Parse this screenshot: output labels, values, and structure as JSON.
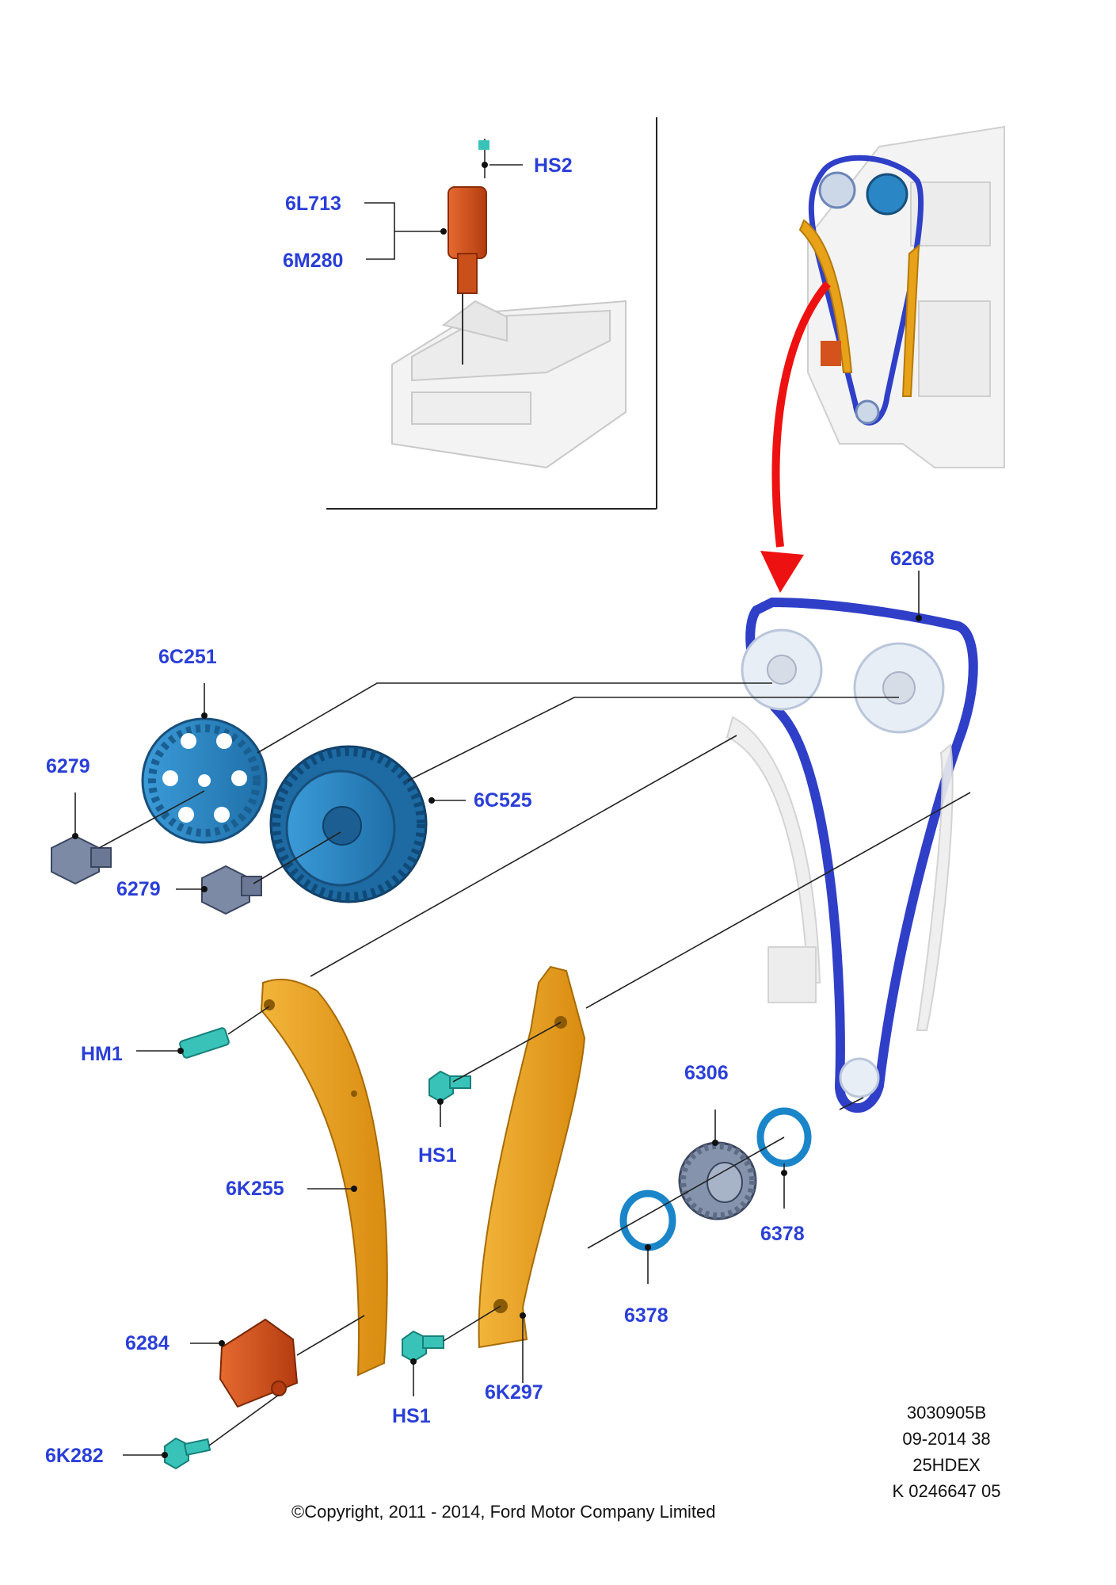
{
  "labels": {
    "hs2": "HS2",
    "l6l713": "6L713",
    "l6m280": "6M280",
    "l6268": "6268",
    "l6c251": "6C251",
    "l6279a": "6279",
    "l6c525": "6C525",
    "l6279b": "6279",
    "hm1": "HM1",
    "hs1a": "HS1",
    "l6k255": "6K255",
    "l6306": "6306",
    "l6378a": "6378",
    "l6378b": "6378",
    "l6284": "6284",
    "hs1b": "HS1",
    "l6k297": "6K297",
    "l6k282": "6K282"
  },
  "meta": {
    "line1": "3030905B",
    "line2": "09-2014 38",
    "line3": "25HDEX",
    "line4": "K 0246647 05"
  },
  "copyright": "©Copyright, 2011 - 2014, Ford Motor Company Limited",
  "colors": {
    "label": "#2a3fd8",
    "chain": "#2f3fc8",
    "guide": "#e8a21a",
    "sprocket": "#2a86c4",
    "solenoid": "#d4531c",
    "bolt_green": "#39c3b8",
    "bolt_grey": "#7d8aa6",
    "arrow": "#ee1111"
  }
}
